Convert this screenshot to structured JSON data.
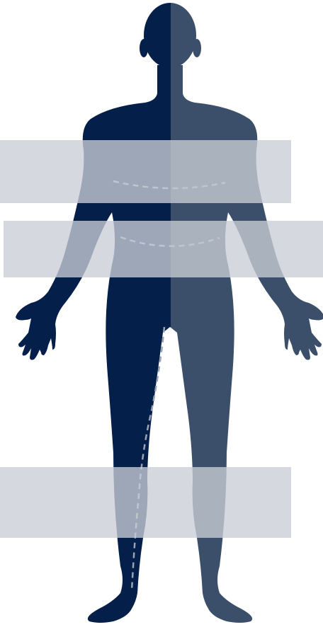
{
  "colors": {
    "background": "#ffffff",
    "silhouette_dark": "#041f4a",
    "silhouette_light": "#3b4f6b",
    "band_fill": "#c9ced6",
    "band_opacity": "0.78",
    "measure_line": "#9aa3b1"
  },
  "figure": {
    "subject": "human-body-silhouette",
    "view": "front",
    "bands": [
      "chest-band",
      "waist-band",
      "leg-band"
    ],
    "measure_lines": [
      "chest-measure-line",
      "waist-measure-line",
      "inseam-measure-line"
    ]
  }
}
